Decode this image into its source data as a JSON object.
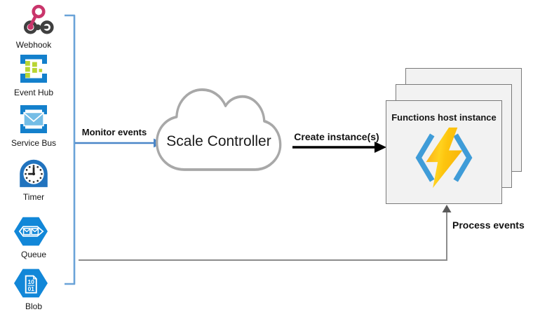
{
  "event_sources": {
    "items": [
      {
        "label": "Webhook",
        "icon": "webhook-icon"
      },
      {
        "label": "Event Hub",
        "icon": "event-hub-icon"
      },
      {
        "label": "Service Bus",
        "icon": "service-bus-icon"
      },
      {
        "label": "Timer",
        "icon": "timer-icon"
      },
      {
        "label": "Queue",
        "icon": "queue-icon"
      },
      {
        "label": "Blob",
        "icon": "blob-icon"
      }
    ],
    "blob_glyph": {
      "line1": "10",
      "line2": "01"
    }
  },
  "flows": {
    "monitor": {
      "label": "Monitor events",
      "color": "#4a86c8"
    },
    "create": {
      "label": "Create instance(s)",
      "color": "#000000"
    },
    "process": {
      "label": "Process events",
      "color": "#8c8c8c"
    }
  },
  "scale_controller": {
    "label": "Scale Controller",
    "outline_color": "#a8a8a8"
  },
  "functions_host": {
    "label": "Functions host instance",
    "stack_count": 3,
    "box_fill": "#f2f2f2",
    "box_border": "#7a7a7a"
  },
  "palette": {
    "azure_bracket_blue": "#1380cc",
    "hexagon_blue": "#1287d8",
    "grouping_bracket_blue": "#6aa3d8",
    "webhook_pink": "#c9356b",
    "webhook_dark": "#3f3f3f",
    "eventhub_green": "#b8d432",
    "timer_blue": "#2173be",
    "bolt_yellow": "#ffd21e",
    "bolt_amber": "#f9a61a",
    "functions_bracket_blue": "#3f9cd8"
  }
}
